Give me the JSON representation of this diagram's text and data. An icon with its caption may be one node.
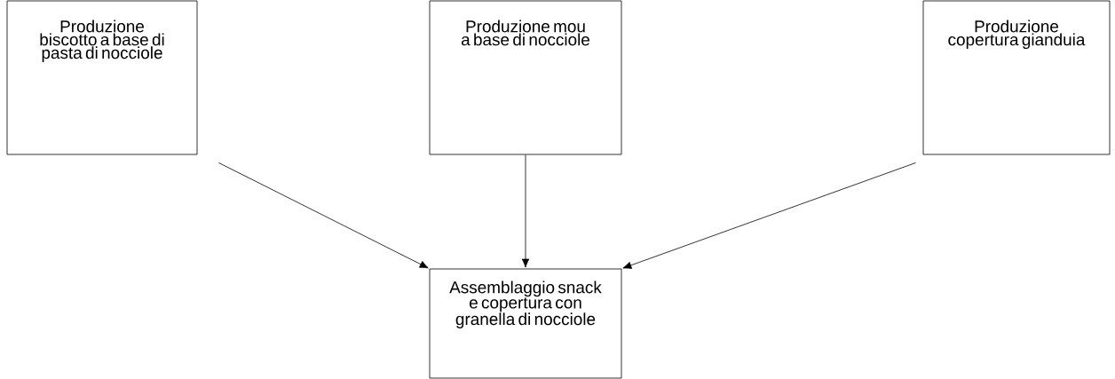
{
  "diagram": {
    "nodes": [
      {
        "text": [
          "Produzione biscotto a base di pasta di nocciole"
        ]
      },
      {
        "text": [
          "Produzione mou a base di nocciole"
        ]
      },
      {
        "text": [
          "Produzione copertura gianduia"
        ]
      },
      {
        "text": [
          "Assemblaggio snack e copertura con granella di nocciole"
        ]
      }
    ],
    "edges": [
      {
        "from": 0,
        "to": 3,
        "arrow": "to"
      },
      {
        "from": 1,
        "to": 3,
        "arrow": "to"
      },
      {
        "from": 2,
        "to": 3,
        "arrow": "to"
      }
    ]
  }
}
